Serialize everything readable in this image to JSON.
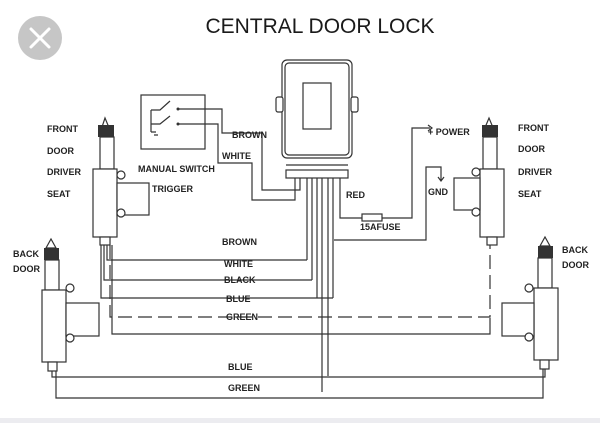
{
  "overlay": {
    "close_icon": "close-icon",
    "close_color": "#c6c6c6"
  },
  "diagram": {
    "title": "CENTRAL DOOR LOCK",
    "switch": {
      "label_line1": "MANUAL SWITCH",
      "label_line2": "TRIGGER"
    },
    "wires_top": {
      "brown": "BROWN",
      "white": "WHITE",
      "red": "RED",
      "fuse": "15AFUSE",
      "power": "+ POWER",
      "gnd": "GND"
    },
    "front_left": [
      "FRONT",
      "DOOR",
      "DRIVER",
      "SEAT"
    ],
    "front_right": [
      "FRONT",
      "DOOR",
      "DRIVER",
      "SEAT"
    ],
    "back_left": [
      "BACK",
      "DOOR"
    ],
    "back_right": [
      "BACK",
      "DOOR"
    ],
    "bus": {
      "brown": "BROWN",
      "white": "WHITE",
      "black": "BLACK",
      "blue": "BLUE",
      "green": "GREEN",
      "blue2": "BLUE",
      "green2": "GREEN"
    }
  }
}
